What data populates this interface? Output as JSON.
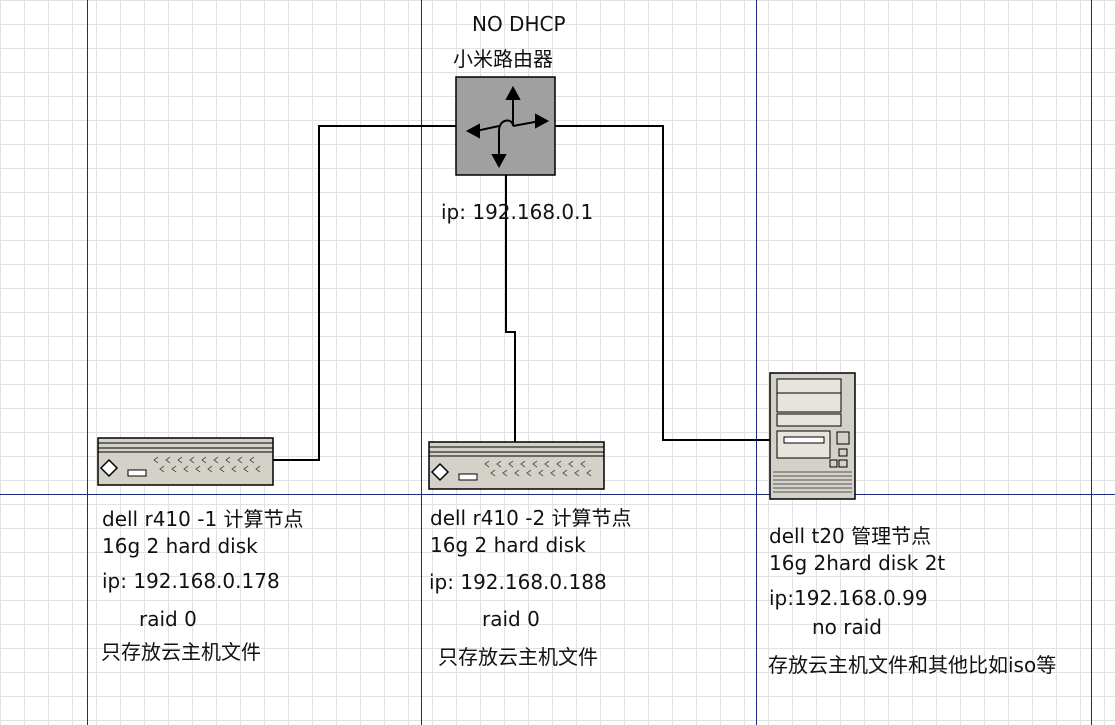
{
  "router": {
    "header": "NO DHCP",
    "name": "小米路由器",
    "ip": "ip: 192.168.0.1"
  },
  "servers": [
    {
      "title": "dell r410 -1 计算节点",
      "spec": "16g 2 hard disk",
      "ip": "ip: 192.168.0.178",
      "raid": "raid 0",
      "note": "只存放云主机文件"
    },
    {
      "title": "dell r410 -2 计算节点",
      "spec": "16g 2 hard disk",
      "ip": "ip: 192.168.0.188",
      "raid": "raid 0",
      "note": "只存放云主机文件"
    },
    {
      "title": "dell t20 管理节点",
      "spec": "16g 2hard disk 2t",
      "ip": "ip:192.168.0.99",
      "raid": "no raid",
      "note": "存放云主机文件和其他比如iso等"
    }
  ],
  "colors": {
    "page_border": "#1c2a80",
    "device_fill": "#d4d2c8",
    "router_fill": "#a0a0a0",
    "link": "#000000"
  },
  "icons": [
    "router-icon",
    "rack-server-icon",
    "tower-server-icon"
  ]
}
